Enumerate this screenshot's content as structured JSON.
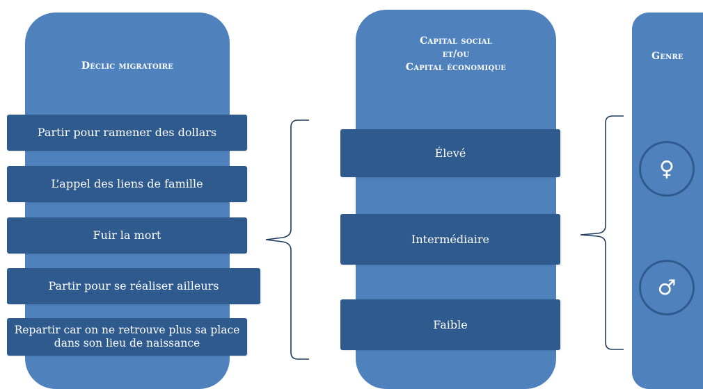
{
  "left_column": {
    "title": "Déclic migratoire",
    "items": [
      "Partir pour ramener des dollars",
      "L’appel des liens de famille",
      "Fuir la mort",
      "Partir pour se réaliser ailleurs",
      "Repartir car on ne retrouve plus sa place dans son lieu de naissance"
    ]
  },
  "middle_column": {
    "title_lines": [
      "Capital social",
      "et/ou",
      "Capital économique"
    ],
    "items": [
      "Élevé",
      "Intermédiaire",
      "Faible"
    ]
  },
  "right_column": {
    "title": "Genre",
    "symbols": [
      "♀",
      "♂"
    ]
  },
  "colors": {
    "column": "#4f81bd",
    "box": "#2e5a8e",
    "text": "#ffffff",
    "brace": "#1f3a5c"
  }
}
